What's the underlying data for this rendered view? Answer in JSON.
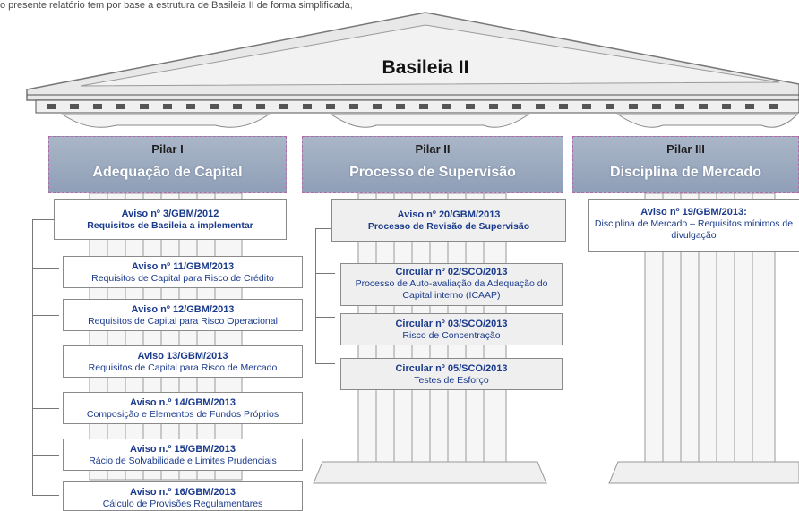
{
  "caption": {
    "text": "o presente relatório tem por base a estrutura de Basileia II de forma simplificada",
    "link": ","
  },
  "pediment_title": "Basileia II",
  "pillars": [
    {
      "name": "Pilar I",
      "title": "Adequação de Capital",
      "main": {
        "title": "Aviso nº 3/GBM/2012",
        "desc": "Requisitos de Basileia a implementar"
      },
      "items": [
        {
          "title": "Aviso nº 11/GBM/2013",
          "desc": "Requisitos de Capital para Risco de Crédito"
        },
        {
          "title": "Aviso nº 12/GBM/2013",
          "desc": "Requisitos de Capital para Risco Operacional"
        },
        {
          "title": "Aviso 13/GBM/2013",
          "desc": "Requisitos de Capital para Risco de Mercado"
        },
        {
          "title": "Aviso n.º 14/GBM/2013",
          "desc": "Composição e Elementos de Fundos Próprios"
        },
        {
          "title": "Aviso n.º 15/GBM/2013",
          "desc": "Rácio de Solvabilidade e Limites Prudenciais"
        },
        {
          "title": "Aviso n.º 16/GBM/2013",
          "desc": "Cálculo de Provisões Regulamentares"
        }
      ]
    },
    {
      "name": "Pilar II",
      "title": "Processo de Supervisão",
      "main": {
        "title": "Aviso nº 20/GBM/2013",
        "desc": "Processo de Revisão de Supervisão"
      },
      "items": [
        {
          "title": "Circular nº 02/SCO/2013",
          "desc": "Processo de Auto-avaliação da Adequação do Capital interno (ICAAP)"
        },
        {
          "title": "Circular nº 03/SCO/2013",
          "desc": "Risco de Concentração"
        },
        {
          "title": "Circular nº 05/SCO/2013",
          "desc": "Testes de Esforço"
        }
      ]
    },
    {
      "name": "Pilar III",
      "title": "Disciplina de Mercado",
      "main": {
        "title": "Aviso nº 19/GBM/2013:",
        "desc": "Disciplina de Mercado – Requisitos mínimos de divulgação"
      },
      "items": []
    }
  ]
}
